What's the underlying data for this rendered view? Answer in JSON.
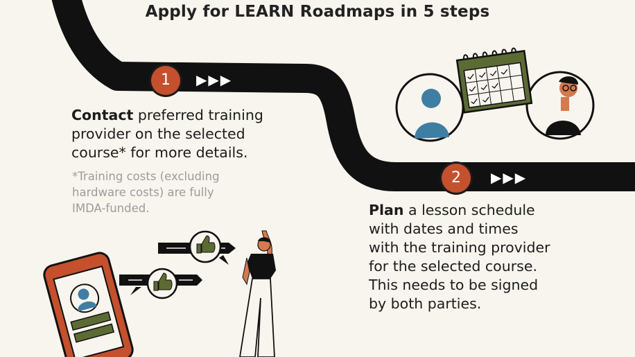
{
  "title": "Apply for LEARN Roadmaps in 5 steps",
  "step1": {
    "number": "1",
    "arrows": "▶▶▶",
    "bold": "Contact",
    "text_line1": " preferred training",
    "text_line2": "provider on the selected",
    "text_line3": "course* for more details.",
    "note_line1": "*Training costs (excluding",
    "note_line2": "hardware costs) are fully",
    "note_line3": "IMDA-funded."
  },
  "step2": {
    "number": "2",
    "arrows": "▶▶▶",
    "bold": "Plan",
    "text_line1": " a lesson schedule",
    "text_line2": "with dates and times",
    "text_line3": "with the training provider",
    "text_line4": "for the selected course.",
    "text_line5": "This needs to be signed",
    "text_line6": "by both parties."
  },
  "colors": {
    "road": "#111111",
    "badge": "#c4502d",
    "accent_green": "#5c6b34",
    "accent_blue": "#3f7ea3",
    "background": "#f8f5ee"
  }
}
